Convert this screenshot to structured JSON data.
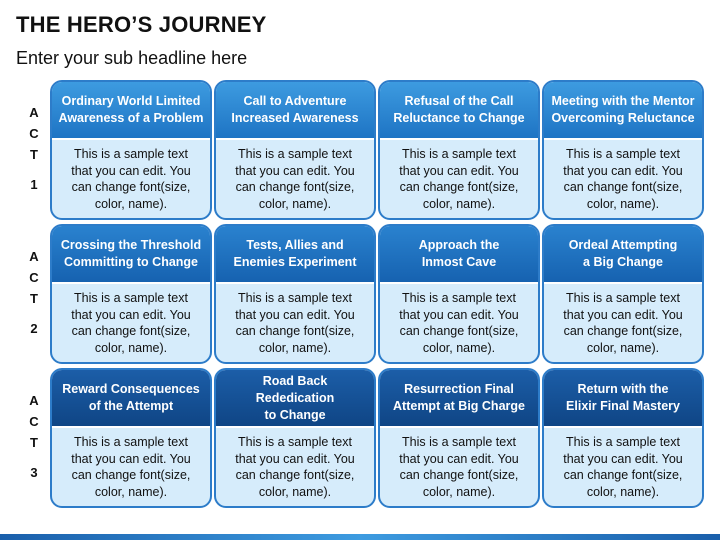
{
  "title": "THE HERO’S JOURNEY",
  "subtitle": "Enter your sub headline here",
  "acts": [
    {
      "letters": [
        "A",
        "C",
        "T"
      ],
      "number": "1"
    },
    {
      "letters": [
        "A",
        "C",
        "T"
      ],
      "number": "2"
    },
    {
      "letters": [
        "A",
        "C",
        "T"
      ],
      "number": "3"
    }
  ],
  "rows": [
    [
      {
        "heading": "Ordinary World Limited\nAwareness of a Problem",
        "body": "This is a sample text that you can edit. You can change font(size, color, name)."
      },
      {
        "heading": "Call to Adventure\nIncreased Awareness",
        "body": "This is a sample text that you can edit. You can change font(size, color, name)."
      },
      {
        "heading": "Refusal of the Call\nReluctance to Change",
        "body": "This is a sample text that you can edit. You can change font(size, color, name)."
      },
      {
        "heading": "Meeting with the Mentor\nOvercoming Reluctance",
        "body": "This is a sample text that you can edit. You can change font(size, color, name)."
      }
    ],
    [
      {
        "heading": "Crossing the Threshold\nCommitting to Change",
        "body": "This is a sample text that you can edit. You can change font(size, color, name)."
      },
      {
        "heading": "Tests, Allies and\nEnemies Experiment",
        "body": "This is a sample text that you can edit. You can change font(size, color, name)."
      },
      {
        "heading": "Approach the\nInmost Cave",
        "body": "This is a sample text that you can edit. You can change font(size, color, name)."
      },
      {
        "heading": "Ordeal Attempting\na Big Change",
        "body": "This is a sample text that you can edit. You can change font(size, color, name)."
      }
    ],
    [
      {
        "heading": "Reward Consequences\nof the Attempt",
        "body": "This is a sample text that you can edit. You can change font(size, color, name)."
      },
      {
        "heading": "Road Back Rededication\nto Change",
        "body": "This is a sample text that you can edit. You can change font(size, color, name)."
      },
      {
        "heading": "Resurrection Final\nAttempt at Big Charge",
        "body": "This is a sample text that you can edit. You can change font(size, color, name)."
      },
      {
        "heading": "Return with the\nElixir Final Mastery",
        "body": "This is a sample text that you can edit. You can change font(size, color, name)."
      }
    ]
  ],
  "colors": {
    "card_border": "#2d7cc9",
    "card_body": "#d6ecfb",
    "row1_header": "#2a86d2",
    "row2_header": "#1e6fbf",
    "row3_header": "#15508f"
  }
}
